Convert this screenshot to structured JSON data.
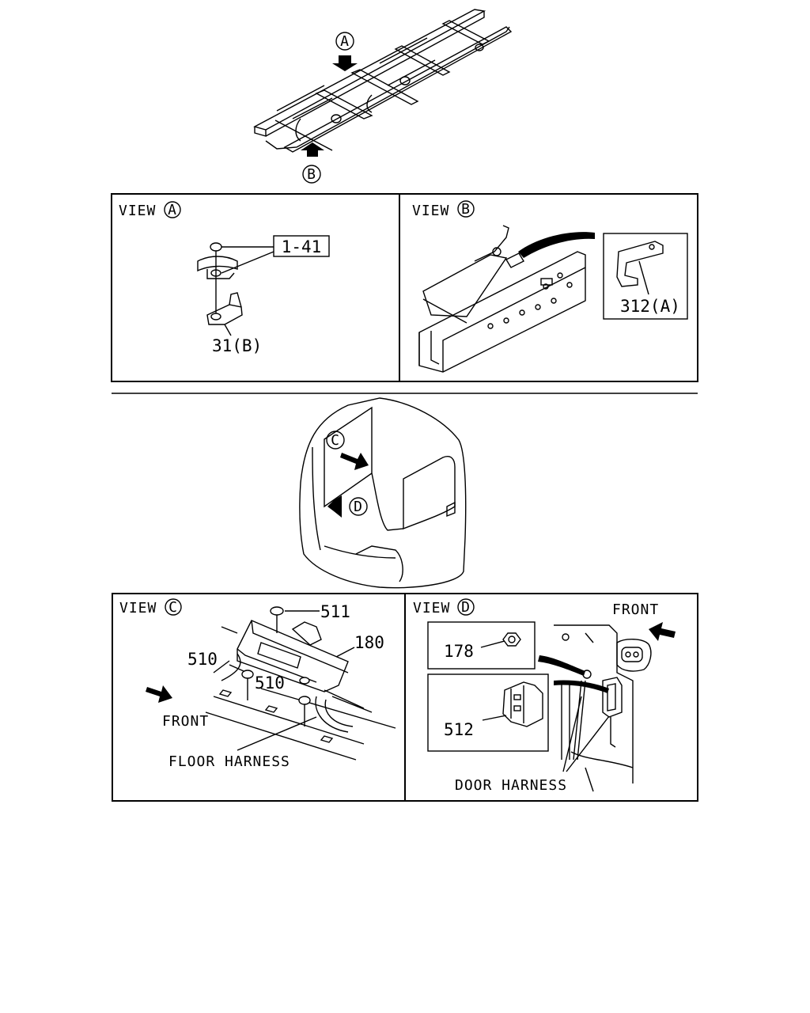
{
  "callouts": {
    "A": "A",
    "B": "B",
    "C": "C",
    "D": "D"
  },
  "view_a": {
    "title": "VIEW",
    "circle": "A",
    "ref_box": "1-41",
    "part_31b": "31(B)"
  },
  "view_b": {
    "title": "VIEW",
    "circle": "B",
    "part_312a": "312(A)"
  },
  "view_c": {
    "title": "VIEW",
    "circle": "C",
    "part_511": "511",
    "part_180": "180",
    "part_510_upper": "510",
    "part_510_lower": "510",
    "front": "FRONT",
    "floor_harness": "FLOOR HARNESS"
  },
  "view_d": {
    "title": "VIEW",
    "circle": "D",
    "front": "FRONT",
    "part_178": "178",
    "part_512": "512",
    "door_harness": "DOOR HARNESS"
  }
}
